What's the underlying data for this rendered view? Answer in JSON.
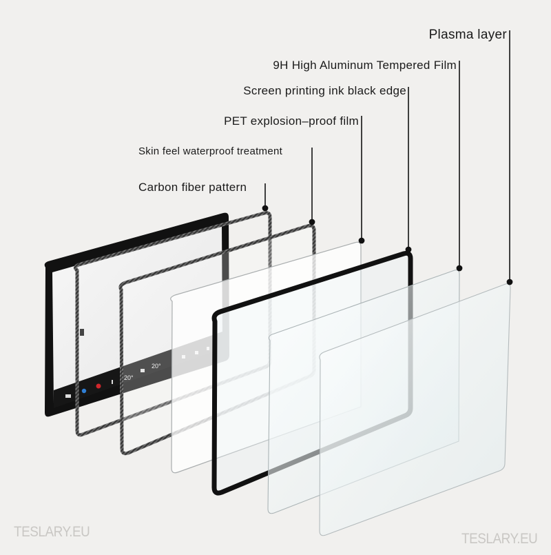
{
  "image": {
    "subject": "Exploded view of screen protector layers",
    "background": "#f1f0ee"
  },
  "layers": [
    {
      "id": "plasma",
      "label": "Plasma layer",
      "order": 7
    },
    {
      "id": "tempered",
      "label": "9H High Aluminum Tempered Film",
      "order": 6
    },
    {
      "id": "ink-edge",
      "label": "Screen printing ink black edge",
      "order": 5
    },
    {
      "id": "pet",
      "label": "PET explosion–proof film",
      "order": 4
    },
    {
      "id": "skin",
      "label": "Skin feel waterproof treatment",
      "order": 3
    },
    {
      "id": "carbon",
      "label": "Carbon fiber pattern",
      "order": 2
    }
  ],
  "screen": {
    "temps": [
      "20°",
      "20°"
    ],
    "icons": [
      "car-icon",
      "bluetooth-icon",
      "heart-icon",
      "phone-icon",
      "fan-icon",
      "music-icon",
      "camera-icon",
      "volume-icon"
    ]
  },
  "watermarks": {
    "left": "TESLARY.EU",
    "right": "TESLARY.EU"
  },
  "colors": {
    "text": "#1a1a1a",
    "leader": "#111111",
    "bezel": "#111111",
    "glass_edge": "#9aa3a6",
    "glass_tint": "#e9f1f2",
    "watermark": "#c9c7c4"
  }
}
